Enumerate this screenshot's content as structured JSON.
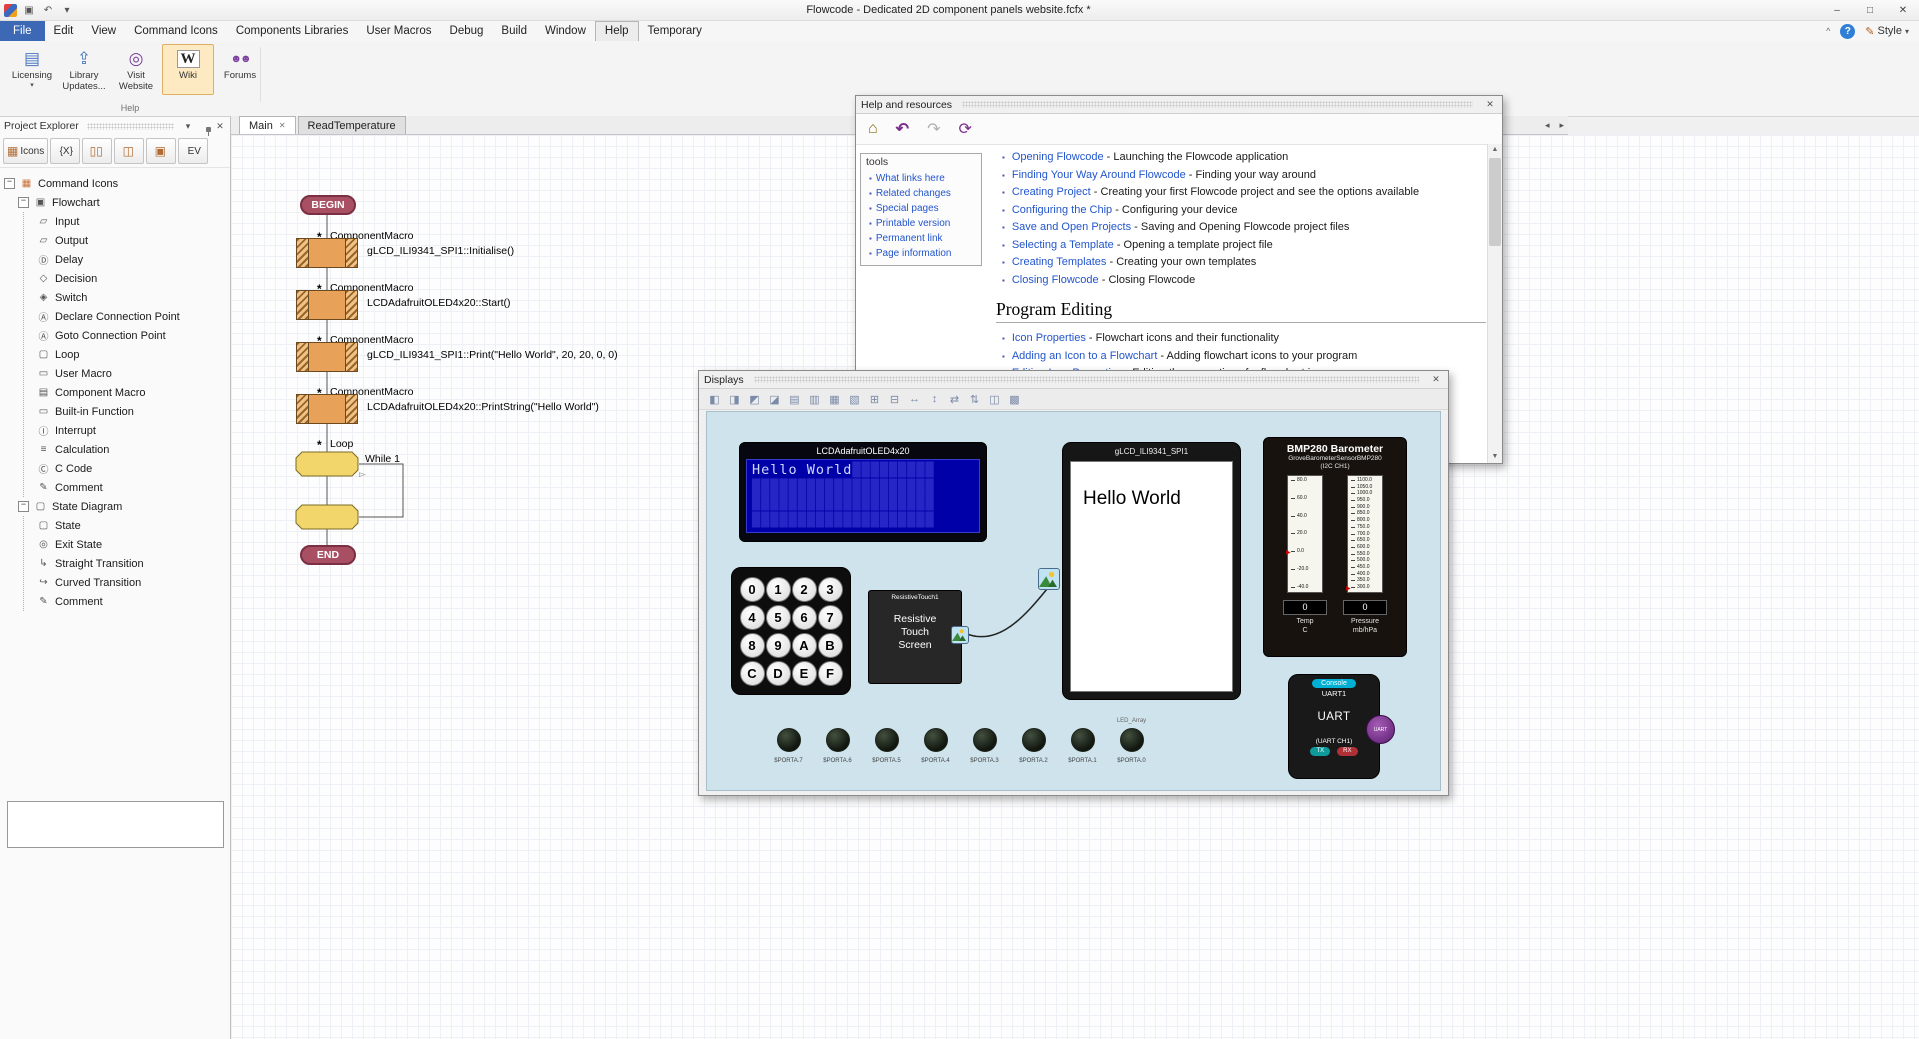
{
  "titlebar": {
    "title": "Flowcode - Dedicated 2D component panels website.fcfx *"
  },
  "icons": {
    "close": "✕",
    "minimize": "–",
    "maximize": "□",
    "caret_down": "▾",
    "caret_up": "^",
    "scroll_left": "◂",
    "scroll_right": "▸",
    "scroll_up": "▲",
    "scroll_down": "▼",
    "home": "⌂",
    "back": "↶",
    "forward": "↷",
    "refresh": "⟳",
    "marker": "*",
    "insert": "▻",
    "help": "?",
    "brush": "✎",
    "clipboard": "▣",
    "undo": "↶",
    "bullet": "▪",
    "pointer": "▶"
  },
  "menu": {
    "items": [
      "File",
      "Edit",
      "View",
      "Command Icons",
      "Components Libraries",
      "User Macros",
      "Debug",
      "Build",
      "Window",
      "Help",
      "Temporary"
    ],
    "style_label": "Style"
  },
  "ribbon": {
    "group_label": "Help",
    "buttons": [
      {
        "label": "Licensing",
        "glyph": "▤"
      },
      {
        "label": "Library Updates...",
        "glyph": "⇪"
      },
      {
        "label": "Visit Website",
        "glyph": "◎"
      },
      {
        "label": "Wiki",
        "glyph": "W"
      },
      {
        "label": "Forums",
        "glyph": "☻☻"
      }
    ]
  },
  "project_explorer": {
    "title": "Project Explorer",
    "toolbar": [
      {
        "glyph": "▦",
        "label": "Icons"
      },
      {
        "glyph": "",
        "label": "{X}"
      },
      {
        "glyph": "▯▯",
        "label": ""
      },
      {
        "glyph": "◫",
        "label": ""
      },
      {
        "glyph": "▣",
        "label": ""
      },
      {
        "glyph": "",
        "label": "EV"
      }
    ],
    "tree": {
      "root": {
        "label": "Command Icons",
        "glyph": "▦"
      },
      "groups": [
        {
          "label": "Flowchart",
          "glyph": "▣",
          "items": [
            {
              "label": "Input",
              "glyph": "▱"
            },
            {
              "label": "Output",
              "glyph": "▱"
            },
            {
              "label": "Delay",
              "glyph": "Ⓓ"
            },
            {
              "label": "Decision",
              "glyph": "◇"
            },
            {
              "label": "Switch",
              "glyph": "◈"
            },
            {
              "label": "Declare Connection Point",
              "glyph": "Ⓐ"
            },
            {
              "label": "Goto Connection Point",
              "glyph": "Ⓐ"
            },
            {
              "label": "Loop",
              "glyph": "▢"
            },
            {
              "label": "User Macro",
              "glyph": "▭"
            },
            {
              "label": "Component Macro",
              "glyph": "▤"
            },
            {
              "label": "Built-in Function",
              "glyph": "▭"
            },
            {
              "label": "Interrupt",
              "glyph": "Ⓘ"
            },
            {
              "label": "Calculation",
              "glyph": "≡"
            },
            {
              "label": "C Code",
              "glyph": "Ⓒ"
            },
            {
              "label": "Comment",
              "glyph": "✎"
            }
          ]
        },
        {
          "label": "State Diagram",
          "glyph": "▢",
          "items": [
            {
              "label": "State",
              "glyph": "▢"
            },
            {
              "label": "Exit State",
              "glyph": "◎"
            },
            {
              "label": "Straight Transition",
              "glyph": "↳"
            },
            {
              "label": "Curved Transition",
              "glyph": "↪"
            },
            {
              "label": "Comment",
              "glyph": "✎"
            }
          ]
        }
      ]
    }
  },
  "tabs": [
    {
      "label": "Main"
    },
    {
      "label": "ReadTemperature"
    }
  ],
  "flow": {
    "begin": "BEGIN",
    "end": "END",
    "nodes": [
      {
        "type": "ComponentMacro",
        "desc": "gLCD_ILI9341_SPI1::Initialise()"
      },
      {
        "type": "ComponentMacro",
        "desc": "LCDAdafruitOLED4x20::Start()"
      },
      {
        "type": "ComponentMacro",
        "desc": "gLCD_ILI9341_SPI1::Print(\"Hello World\", 20, 20, 0, 0)"
      },
      {
        "type": "ComponentMacro",
        "desc": "LCDAdafruitOLED4x20::PrintString(\"Hello World\")"
      }
    ],
    "loop": {
      "type": "Loop",
      "cond": "While 1"
    }
  },
  "help": {
    "title": "Help and resources",
    "tools": {
      "title": "tools",
      "items": [
        "What links here",
        "Related changes",
        "Special pages",
        "Printable version",
        "Permanent link",
        "Page information"
      ]
    },
    "links": [
      {
        "link": "Opening Flowcode",
        "desc": " - Launching the Flowcode application"
      },
      {
        "link": "Finding Your Way Around Flowcode",
        "desc": " - Finding your way around"
      },
      {
        "link": "Creating Project",
        "desc": " - Creating your first Flowcode project and see the options available"
      },
      {
        "link": "Configuring the Chip",
        "desc": " - Configuring your device"
      },
      {
        "link": "Save and Open Projects",
        "desc": " - Saving and Opening Flowcode project files"
      },
      {
        "link": "Selecting a Template",
        "desc": " - Opening a template project file"
      },
      {
        "link": "Creating Templates",
        "desc": " - Creating your own templates"
      },
      {
        "link": "Closing Flowcode",
        "desc": " - Closing Flowcode"
      }
    ],
    "section": {
      "heading": "Program Editing",
      "links": [
        {
          "link": "Icon Properties",
          "desc": " - Flowchart icons and their functionality"
        },
        {
          "link": "Adding an Icon to a Flowchart",
          "desc": " - Adding flowchart icons to your program"
        },
        {
          "link": "Editing Icon Properties",
          "desc": " - Editing the properties of a flowchart icon"
        }
      ]
    }
  },
  "displays": {
    "title": "Displays",
    "toolbar_icons": [
      "◧",
      "◨",
      "◩",
      "◪",
      "▤",
      "▥",
      "▦",
      "▧",
      "⊞",
      "⊟",
      "↔",
      "↕",
      "⇄",
      "⇅",
      "◫",
      "▩"
    ],
    "lcd": {
      "title": "LCDAdafruitOLED4x20",
      "line1_text": "Hello World",
      "line1_fill": "█████████",
      "fill_row": "████████████████████"
    },
    "glcd": {
      "title": "gLCD_ILI9341_SPI1",
      "text": "Hello World"
    },
    "barometer": {
      "title": "BMP280 Barometer",
      "subtitle": "GroveBarometerSensorBMP280",
      "channel": "(I2C CH1)",
      "temp_ticks": [
        "80.0",
        "60.0",
        "40.0",
        "20.0",
        "0.0",
        "-20.0",
        "-40.0"
      ],
      "pressure_ticks": [
        "1100.0",
        "1050.0",
        "1000.0",
        "950.0",
        "900.0",
        "850.0",
        "800.0",
        "750.0",
        "700.0",
        "650.0",
        "600.0",
        "550.0",
        "500.0",
        "450.0",
        "400.0",
        "350.0",
        "300.0"
      ],
      "temp_value": "0",
      "pressure_value": "0",
      "temp_label": "Temp",
      "temp_unit": "C",
      "pressure_label": "Pressure",
      "pressure_unit": "mb/hPa"
    },
    "keypad": {
      "keys": [
        "0",
        "1",
        "2",
        "3",
        "4",
        "5",
        "6",
        "7",
        "8",
        "9",
        "A",
        "B",
        "C",
        "D",
        "E",
        "F"
      ]
    },
    "touch": {
      "name": "ResistiveTouch1",
      "label": "Resistive Touch Screen"
    },
    "leds": {
      "array_label": "LED_Array",
      "labels": [
        "$PORTA.7",
        "$PORTA.6",
        "$PORTA.5",
        "$PORTA.4",
        "$PORTA.3",
        "$PORTA.2",
        "$PORTA.1",
        "$PORTA.0"
      ]
    },
    "uart": {
      "console": "Console",
      "name": "UART1",
      "label": "UART",
      "badge": "UART",
      "channel": "(UART CH1)",
      "tx": "TX",
      "rx": "RX"
    }
  }
}
